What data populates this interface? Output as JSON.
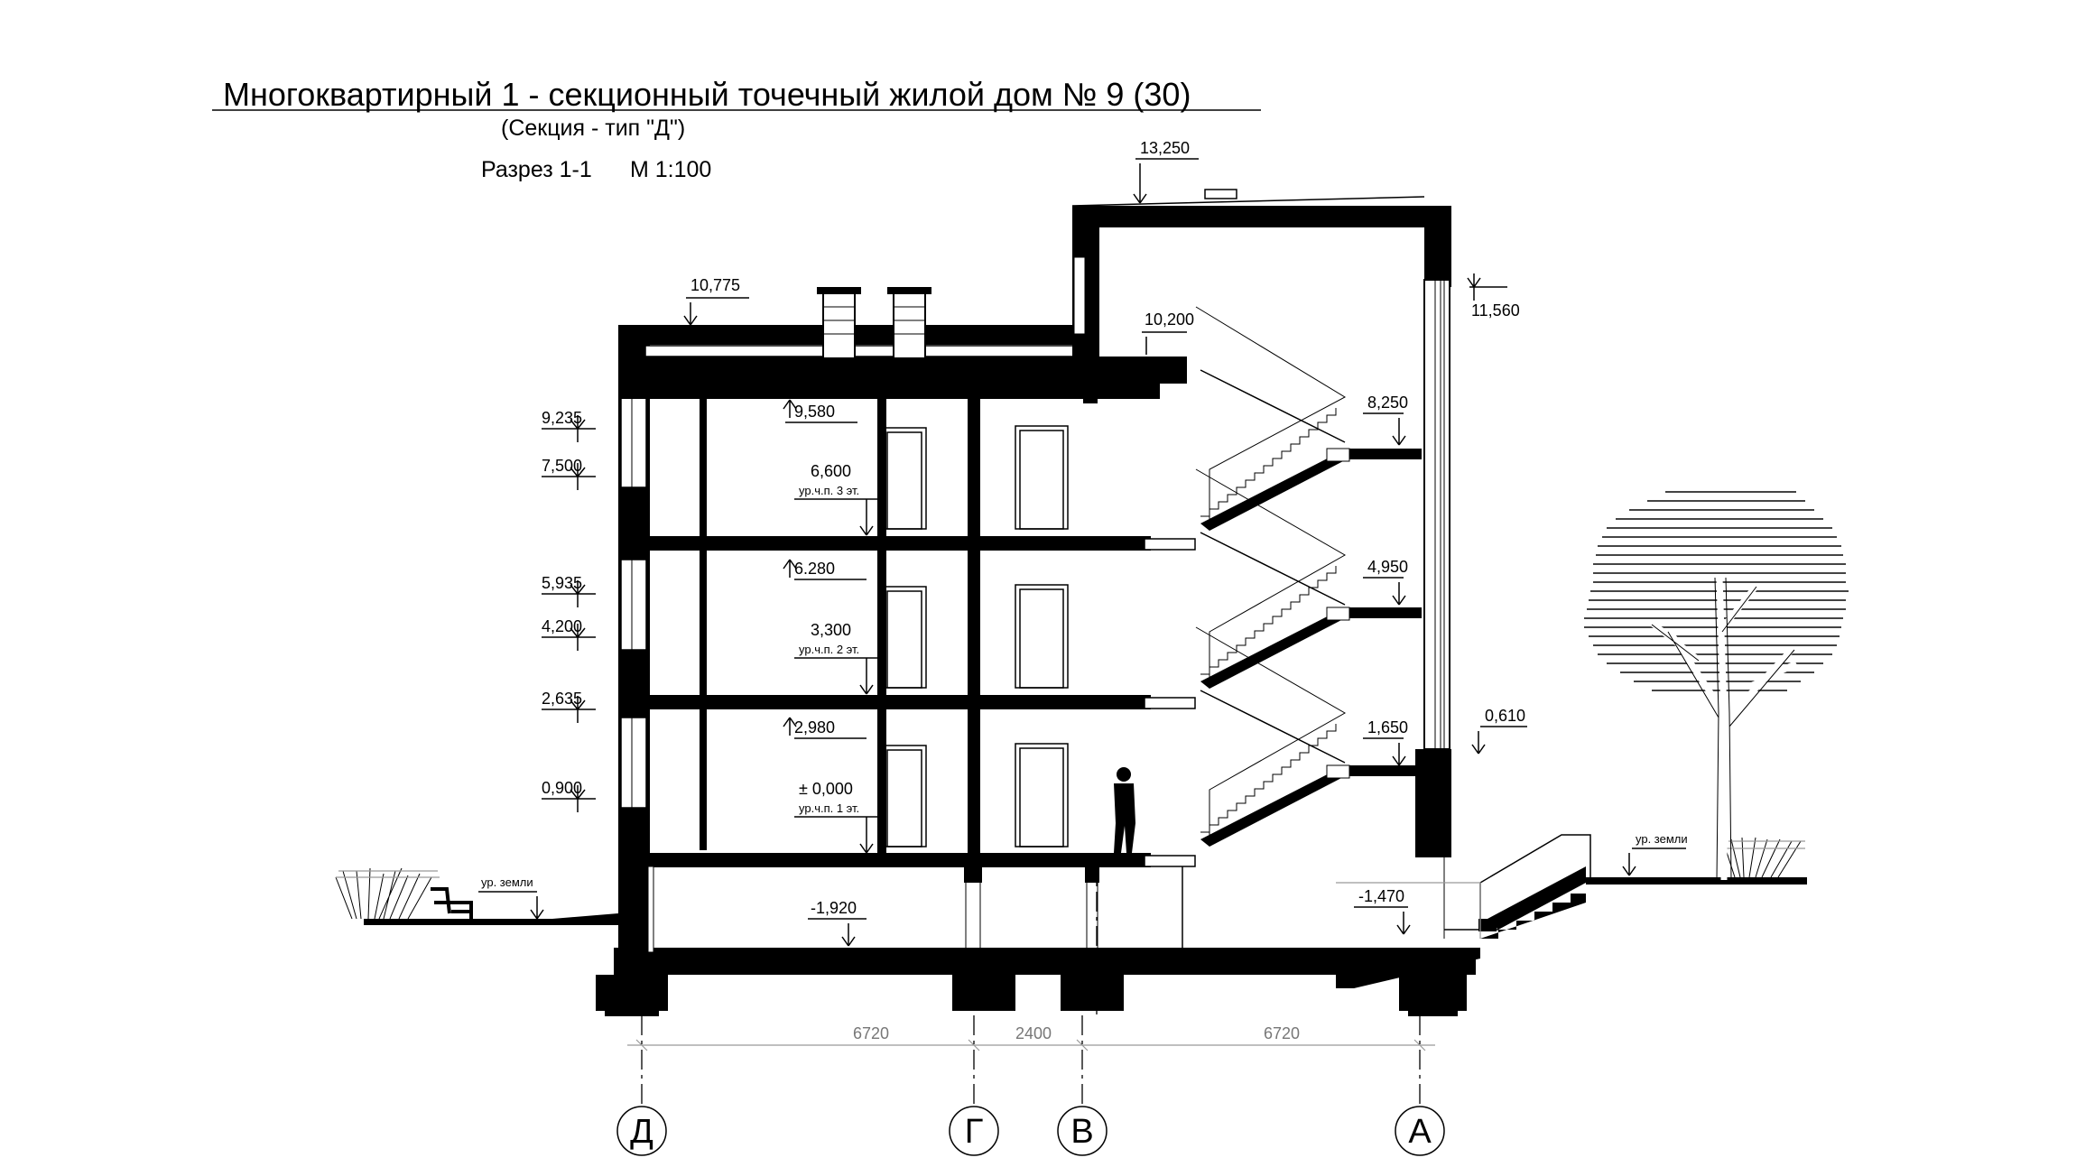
{
  "header": {
    "title": "Многоквартирный 1 - секционный точечный жилой дом № 9 (30)",
    "subtitle": "(Секция - тип \"Д\")",
    "section_label": "Разрез 1-1",
    "scale_label": "М 1:100"
  },
  "levels_left": [
    "9,235",
    "7,500",
    "5,935",
    "4,200",
    "2,635",
    "0,900"
  ],
  "levels_interior": {
    "roof_parapet": "10,775",
    "stair_roof": "10,200",
    "top_tower": "13,250",
    "ceiling_3": "9,580",
    "floor_3": "6,600",
    "floor_3_note": "ур.ч.п. 3 эт.",
    "ceiling_2": "6.280",
    "floor_2": "3,300",
    "floor_2_note": "ур.ч.п. 2 эт.",
    "ceiling_1": "2,980",
    "floor_1": "± 0,000",
    "floor_1_note": "ур.ч.п. 1 эт.",
    "basement": "-1,920"
  },
  "levels_right": {
    "tower_side": "11,560",
    "landing_3": "8,250",
    "landing_2": "4,950",
    "landing_1": "1,650",
    "plinth": "0,610",
    "entrance": "-1,470"
  },
  "ground_labels": [
    "ур. земли",
    "ур. земли"
  ],
  "dimensions": [
    "6720",
    "2400",
    "6720"
  ],
  "axes": [
    "Д",
    "Г",
    "В",
    "А"
  ]
}
